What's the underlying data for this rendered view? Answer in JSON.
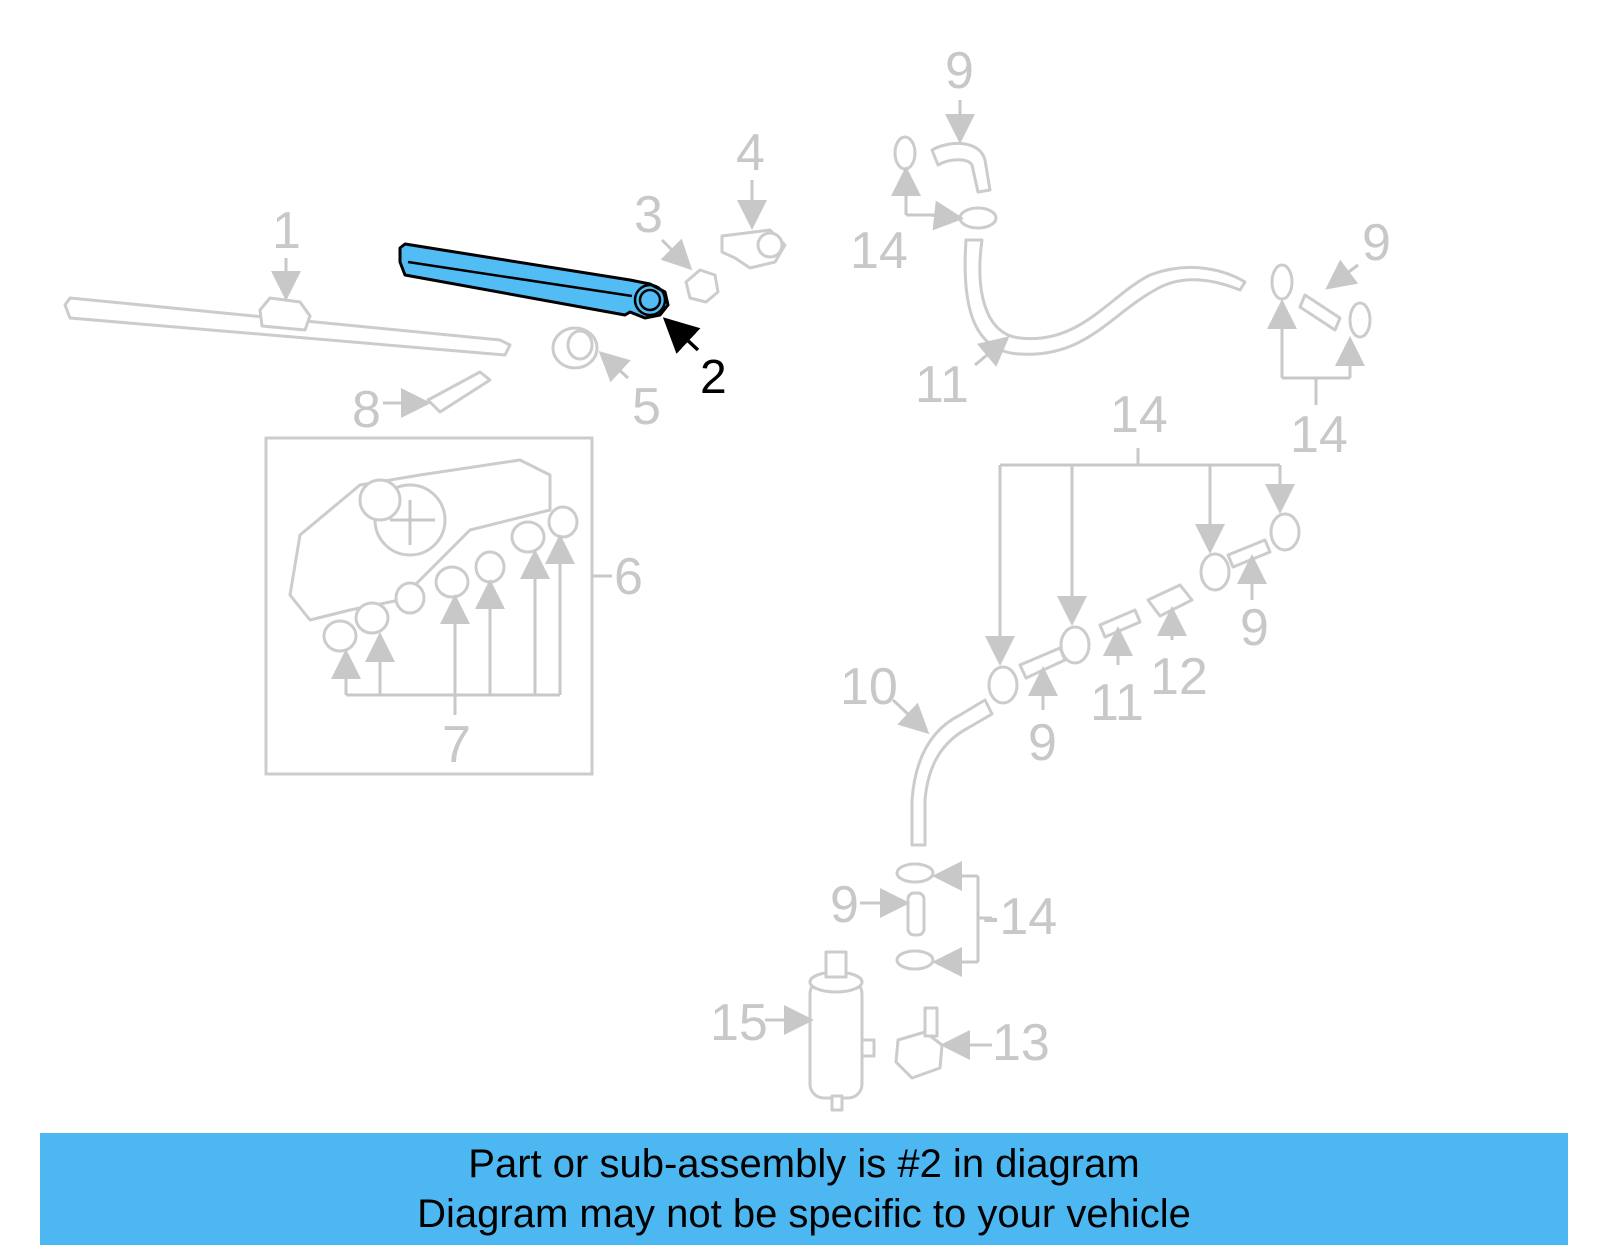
{
  "callouts": [
    {
      "id": "c1",
      "text": "1"
    },
    {
      "id": "c2",
      "text": "2"
    },
    {
      "id": "c3",
      "text": "3"
    },
    {
      "id": "c4",
      "text": "4"
    },
    {
      "id": "c5",
      "text": "5"
    },
    {
      "id": "c6",
      "text": "6"
    },
    {
      "id": "c7",
      "text": "7"
    },
    {
      "id": "c8",
      "text": "8"
    },
    {
      "id": "c9a",
      "text": "9"
    },
    {
      "id": "c9b",
      "text": "9"
    },
    {
      "id": "c9c",
      "text": "9"
    },
    {
      "id": "c9d",
      "text": "9"
    },
    {
      "id": "c9e",
      "text": "9"
    },
    {
      "id": "c10",
      "text": "10"
    },
    {
      "id": "c11a",
      "text": "11"
    },
    {
      "id": "c11b",
      "text": "11"
    },
    {
      "id": "c12",
      "text": "12"
    },
    {
      "id": "c13",
      "text": "13"
    },
    {
      "id": "c14a",
      "text": "14"
    },
    {
      "id": "c14b",
      "text": "14"
    },
    {
      "id": "c14c",
      "text": "14"
    },
    {
      "id": "c14d",
      "text": "-14"
    },
    {
      "id": "c15",
      "text": "15"
    }
  ],
  "highlight": {
    "part_number": "2",
    "fill_color": "#52bdf5",
    "outline_color": "#000000"
  },
  "banner": {
    "color": "#4cb7f1",
    "line1": "Part or sub-assembly is #2 in diagram",
    "line2": "Diagram may not be specific to your vehicle"
  }
}
